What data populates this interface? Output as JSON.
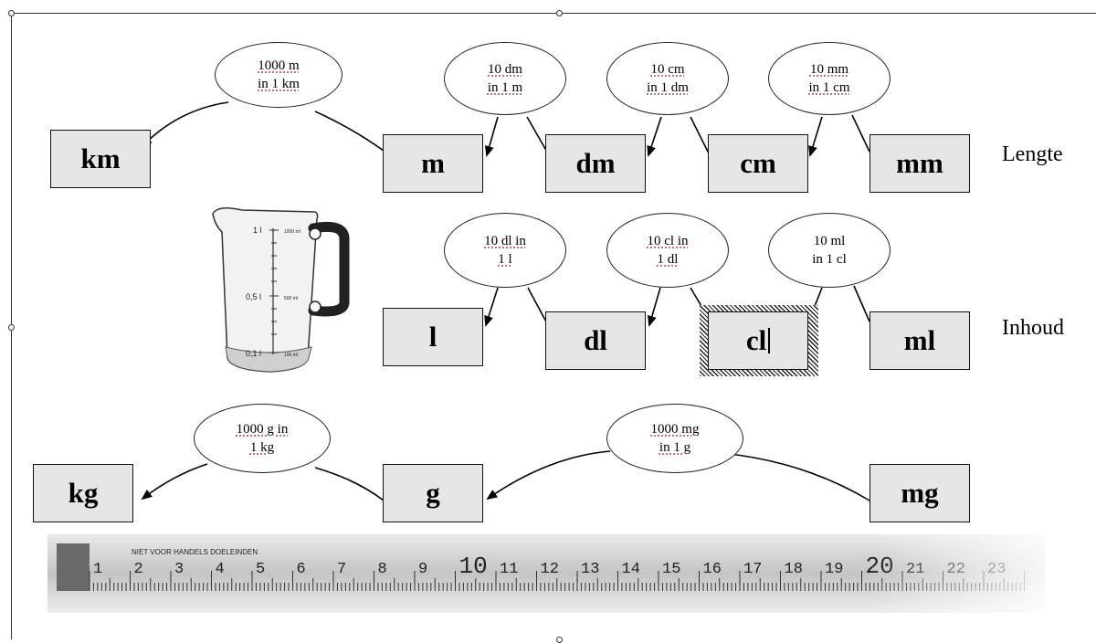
{
  "row_labels": {
    "length": "Lengte",
    "volume": "Inhoud"
  },
  "length_units": [
    "km",
    "m",
    "dm",
    "cm",
    "mm"
  ],
  "length_bubbles": [
    "1000 m\nin 1 km",
    "10 dm\nin 1 m",
    "10 cm\nin 1 dm",
    "10 mm\nin 1 cm"
  ],
  "volume_units": [
    "l",
    "dl",
    "cl",
    "ml"
  ],
  "volume_bubbles": [
    "10 dl in\n1 l",
    "10 cl in\n1 dl",
    "10 ml\nin 1 cl"
  ],
  "mass_units": [
    "kg",
    "g",
    "mg"
  ],
  "mass_bubbles": [
    "1000 g in\n1 kg",
    "1000 mg\nin 1 g"
  ],
  "jug_labels": {
    "liter_1": "1 l",
    "liter_half": "0,5 l",
    "liter_tenth": "0,1 l",
    "ml_1000": "1000 ml",
    "ml_500": "500 ml",
    "ml_100": "100 ml"
  },
  "ruler": {
    "caption": "NIET VOOR HANDELS DOELEINDEN",
    "numbers": [
      "1",
      "2",
      "3",
      "4",
      "5",
      "6",
      "7",
      "8",
      "9",
      "10",
      "11",
      "12",
      "13",
      "14",
      "15",
      "16",
      "17",
      "18",
      "19",
      "20",
      "21",
      "22",
      "23"
    ]
  },
  "colors": {
    "box_fill": "#e6e6e6",
    "ruler_wood": "#c9c9c9"
  }
}
